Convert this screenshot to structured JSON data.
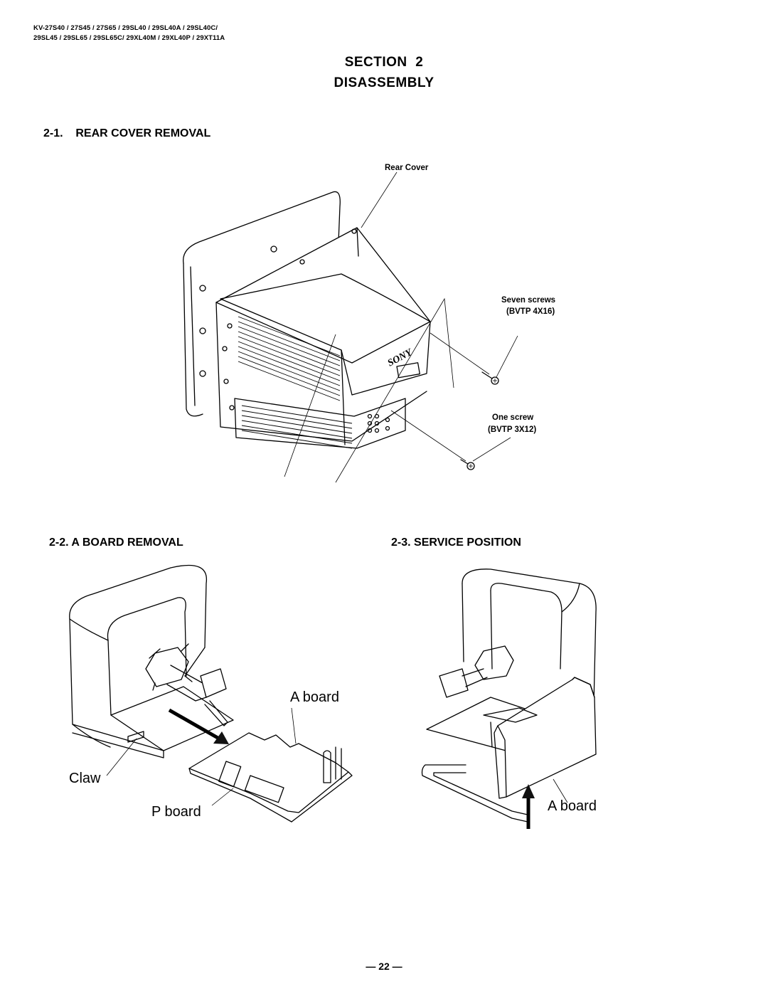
{
  "header": {
    "model_line_1": "KV-27S40 / 27S45 / 27S65 / 29SL40 / 29SL40A / 29SL40C/",
    "model_line_2": "29SL45 / 29SL65 / 29SL65C/ 29XL40M / 29XL40P / 29XT11A"
  },
  "section": {
    "line_1": "SECTION  2",
    "line_2": "DISASSEMBLY"
  },
  "rear_cover_removal": {
    "heading": "2-1.    REAR COVER REMOVAL",
    "label_rear_cover": "Rear Cover",
    "label_seven_screws": "Seven screws",
    "label_seven_screws_spec": "(BVTP 4X16)",
    "label_one_screw": "One screw",
    "label_one_screw_spec": "(BVTP 3X12)",
    "logo_text": "SONY"
  },
  "a_board_removal": {
    "heading": "2-2. A BOARD REMOVAL",
    "label_a_board": "A board",
    "label_claw": "Claw",
    "label_p_board": "P board"
  },
  "service_position": {
    "heading": "2-3. SERVICE POSITION",
    "label_a_board": "A board"
  },
  "footer": {
    "page_number": "— 22 —"
  }
}
